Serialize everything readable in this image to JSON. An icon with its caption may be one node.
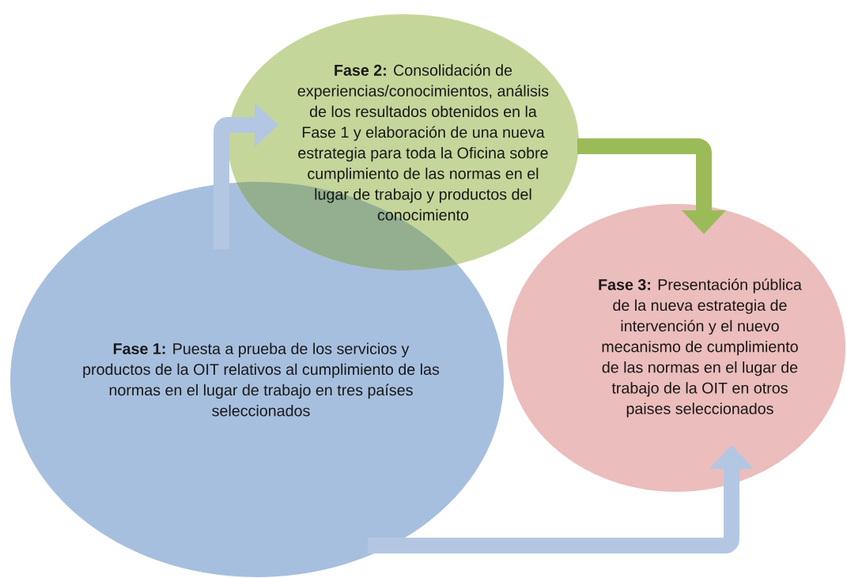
{
  "diagram": {
    "nodes": [
      {
        "text": [
          "**Fase 1:** Puesta a prueba de los servicios y productos de la OIT relativos al cumplimiento de las normas en el lugar de trabajo en tres países seleccionados"
        ]
      },
      {
        "text": [
          "**Fase 2:** Consolidación de experiencias/conocimientos, análisis de los resultados obtenidos en la Fase 1 y elaboración de una nueva estrategia para toda la Oficina sobre cumplimiento de las normas en el lugar de trabajo y productos del conocimiento"
        ]
      },
      {
        "text": [
          "**Fase 3:** Presentación pública de la nueva estrategia de intervención y el nuevo mecanismo de cumplimiento de las normas en el lugar de trabajo de la OIT en otros paises seleccionados"
        ]
      }
    ],
    "edges": [
      {
        "from": 0,
        "to": 1,
        "arrow": "to"
      },
      {
        "from": 1,
        "to": 2,
        "arrow": "to",
        "color": "#9bbb59"
      },
      {
        "from": 0,
        "to": 2,
        "arrow": "to"
      }
    ]
  }
}
